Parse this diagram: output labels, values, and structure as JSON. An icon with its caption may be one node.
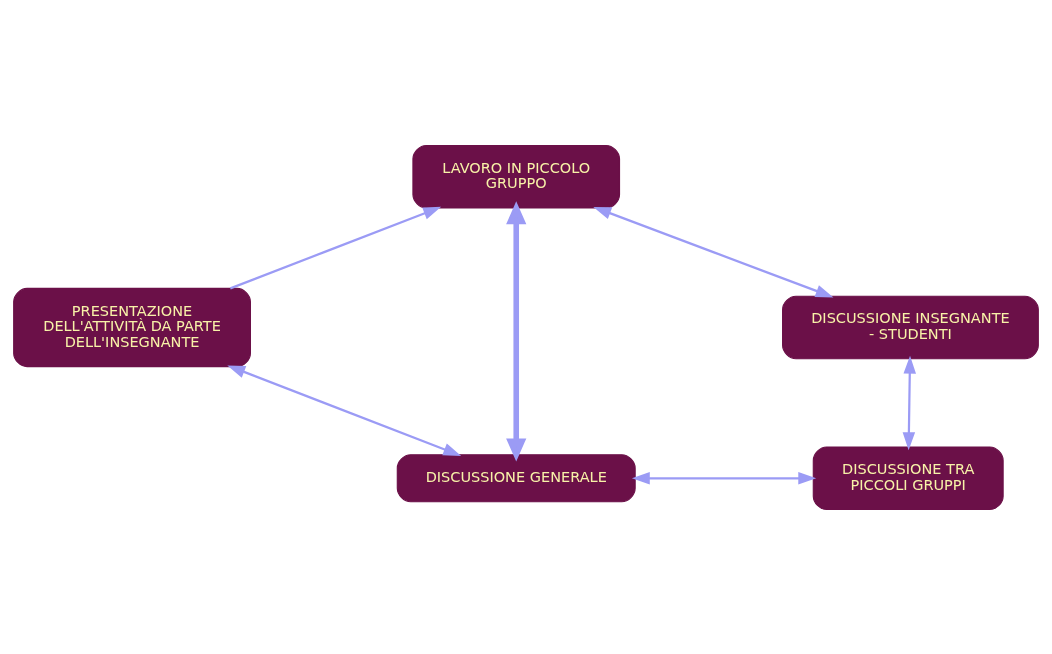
{
  "diagram": {
    "nodes": [
      {
        "text": [
          "LAVORO IN PICCOLO GRUPPO"
        ]
      },
      {
        "text": [
          "PRESENTAZIONE DELL'ATTIVITÀ DA PARTE DELL'INSEGNANTE"
        ]
      },
      {
        "text": [
          "DISCUSSIONE INSEGNANTE - STUDENTI"
        ]
      },
      {
        "text": [
          "DISCUSSIONE GENERALE"
        ]
      },
      {
        "text": [
          "DISCUSSIONE TRA PICCOLI GRUPPI"
        ]
      }
    ],
    "edges": [
      {
        "from": 1,
        "to": 0,
        "arrow": "to"
      },
      {
        "from": 0,
        "to": 2,
        "arrow": "both"
      },
      {
        "from": 3,
        "to": 0,
        "arrow": "both",
        "style": "thick"
      },
      {
        "from": 1,
        "to": 3,
        "arrow": "both"
      },
      {
        "from": 2,
        "to": 4,
        "arrow": "both"
      },
      {
        "from": 3,
        "to": 4,
        "arrow": "both"
      }
    ]
  }
}
